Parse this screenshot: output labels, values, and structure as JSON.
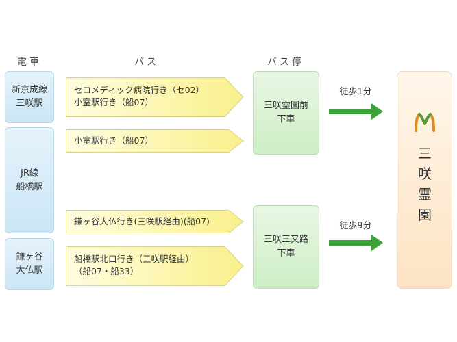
{
  "headers": {
    "train": "電車",
    "bus": "バス",
    "bus_stop": "バス停"
  },
  "stations": [
    {
      "line": "新京成線",
      "name": "三咲駅"
    },
    {
      "line": "JR線",
      "name": "船橋駅"
    },
    {
      "line": "鎌ヶ谷",
      "name": "大仏駅"
    }
  ],
  "routes": [
    {
      "line1": "セコメディック病院行き（セ02）",
      "line2": "小室駅行き（船07）"
    },
    {
      "line1": "小室駅行き（船07）"
    },
    {
      "line1": "鎌ヶ谷大仏行き(三咲駅経由)(船07)"
    },
    {
      "line1": "船橋駅北口行き（三咲駅経由）",
      "line2": "（船07・船33）"
    }
  ],
  "stops": [
    {
      "line1": "三咲霊園前",
      "line2": "下車"
    },
    {
      "line1": "三咲三又路",
      "line2": "下車"
    }
  ],
  "walks": [
    {
      "label": "徒歩1分"
    },
    {
      "label": "徒歩9分"
    }
  ],
  "destination": {
    "chars": [
      "三",
      "咲",
      "霊",
      "園"
    ],
    "logo_icon": "cemetery-logo-icon"
  },
  "colors": {
    "arrow_green": "#3aa33a",
    "station_blue": "#cbe6f6",
    "route_yellow": "#fbf5a6",
    "stop_green": "#cdeec5",
    "dest_orange": "#fde3c3"
  }
}
